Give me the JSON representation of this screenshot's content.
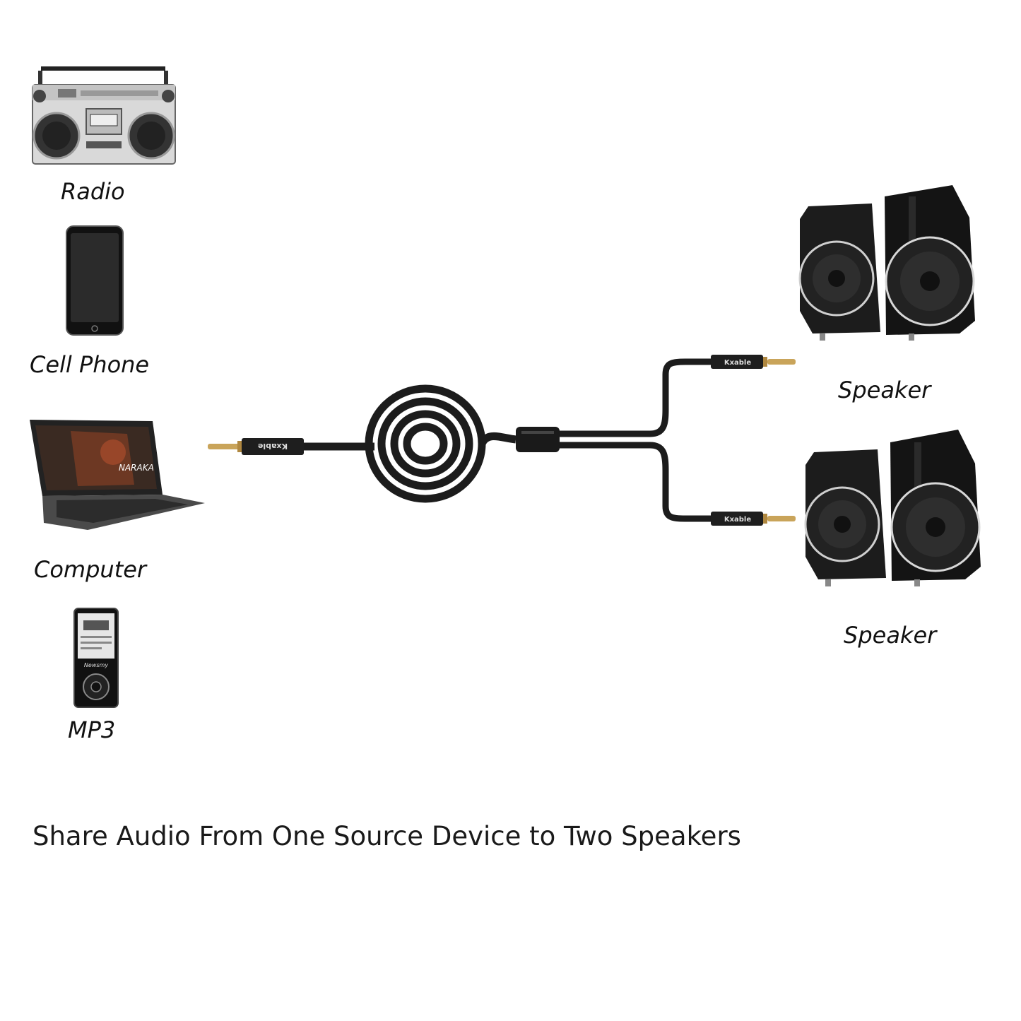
{
  "sources": [
    {
      "label": "Radio",
      "icon": "radio-icon"
    },
    {
      "label": "Cell Phone",
      "icon": "cell-phone-icon"
    },
    {
      "label": "Computer",
      "icon": "laptop-icon"
    },
    {
      "label": "MP3",
      "icon": "mp3-player-icon"
    }
  ],
  "speakers": [
    {
      "label": "Speaker",
      "icon": "speaker-pair-icon"
    },
    {
      "label": "Speaker",
      "icon": "speaker-pair-icon"
    }
  ],
  "cable": {
    "brand": "Kxable",
    "icon": "y-splitter-cable-icon",
    "colors": {
      "jacket": "#1c1c1c",
      "plug": "#c9a45a",
      "weave": "#555555"
    }
  },
  "caption": "Share Audio From One Source Device to Two Speakers",
  "laptop_screen": "NARAKA",
  "mp3_brand": "Newsmy"
}
